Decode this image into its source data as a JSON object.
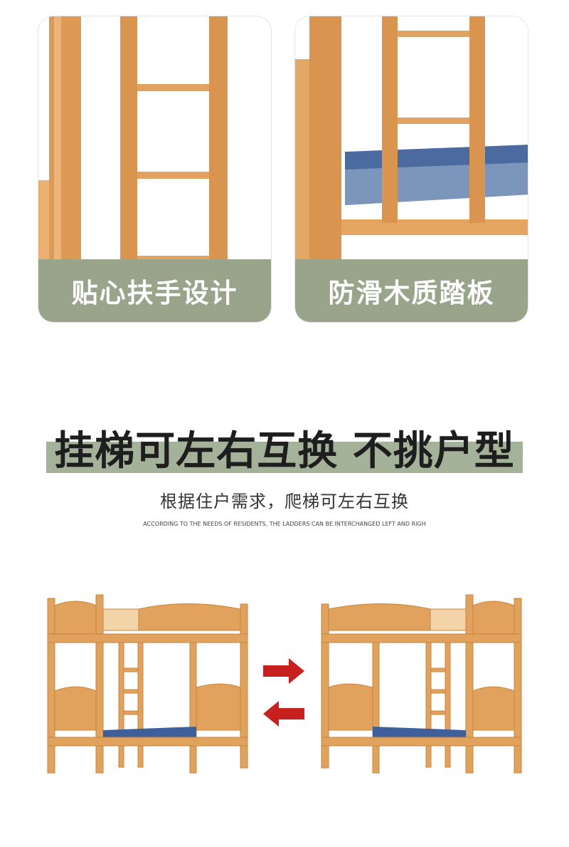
{
  "features": [
    {
      "label": "贴心扶手设计"
    },
    {
      "label": "防滑木质踏板"
    }
  ],
  "headline": "挂梯可左右互换 不挑户型",
  "subtitle": "根据住户需求，爬梯可左右互换",
  "subtitle_en": "ACCORDING TO THE NEEDS OF RESIDENTS, THE LADDERS CAN BE INTERCHANGED LEFT AND RIGH",
  "colors": {
    "band": "#99a48b",
    "wood": "#e3a25a",
    "arrow": "#c8201e"
  },
  "icons": {
    "arrow_right": "arrow-right-icon",
    "arrow_left": "arrow-left-icon"
  }
}
